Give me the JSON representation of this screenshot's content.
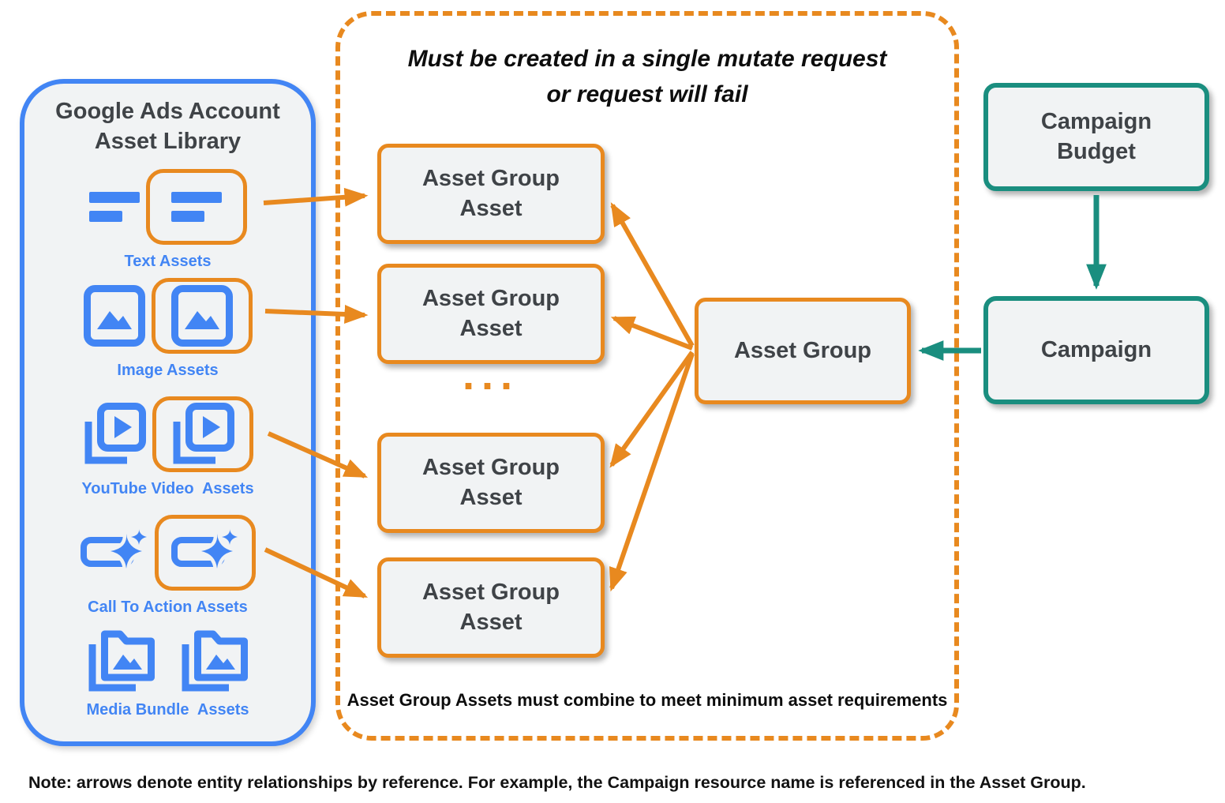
{
  "library": {
    "title_line1": "Google Ads Account",
    "title_line2": "Asset Library",
    "items": [
      {
        "label": "Text Assets",
        "icon": "text-asset-icon"
      },
      {
        "label": "Image Assets",
        "icon": "image-asset-icon"
      },
      {
        "label": "YouTube Video  Assets",
        "icon": "youtube-video-asset-icon"
      },
      {
        "label": "Call To Action Assets",
        "icon": "call-to-action-asset-icon"
      },
      {
        "label": "Media Bundle  Assets",
        "icon": "media-bundle-asset-icon"
      }
    ]
  },
  "mutate_box": {
    "title_line1": "Must be created in a single mutate request",
    "title_line2": "or request will fail",
    "asset_group_asset": {
      "line1": "Asset Group",
      "line2": "Asset"
    },
    "ellipsis": "...",
    "caption": "Asset Group Assets must combine to meet minimum asset requirements",
    "asset_group_label": "Asset Group"
  },
  "campaign_column": {
    "budget_line1": "Campaign",
    "budget_line2": "Budget",
    "campaign_label": "Campaign"
  },
  "footnote": "Note: arrows denote entity relationships by reference. For example, the Campaign resource name is referenced in the Asset Group.",
  "colors": {
    "orange": "#E8891F",
    "blue": "#4285F4",
    "teal": "#1A8E7F",
    "box_fill": "#F1F3F4",
    "dark_text": "#3F4347"
  }
}
